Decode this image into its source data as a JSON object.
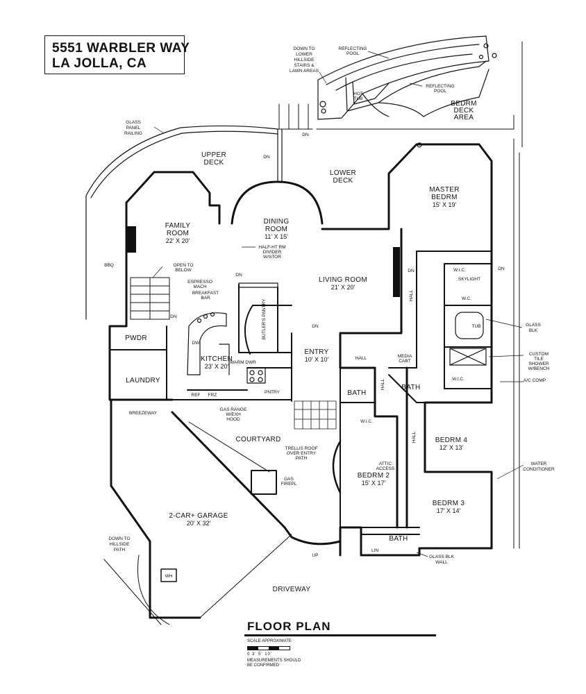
{
  "title": {
    "line1": "5551 WARBLER WAY",
    "line2": "LA JOLLA, CA"
  },
  "rooms": [
    {
      "id": "family-room",
      "name": "FAMILY ROOM",
      "dim": "22' X 20'"
    },
    {
      "id": "dining-room",
      "name": "DINING ROOM",
      "dim": "11' X 15'"
    },
    {
      "id": "living-room",
      "name": "LIVING ROOM",
      "dim": "21' X 20'"
    },
    {
      "id": "master-bedrm",
      "name": "MASTER BEDRM",
      "dim": "15' X 19'"
    },
    {
      "id": "kitchen",
      "name": "KITCHEN",
      "dim": "23' X 20'"
    },
    {
      "id": "entry",
      "name": "ENTRY",
      "dim": "10' X 10'"
    },
    {
      "id": "bedrm-2",
      "name": "BEDRM 2",
      "dim": "15' X 17'"
    },
    {
      "id": "bedrm-3",
      "name": "BEDRM 3",
      "dim": "17' X 14'"
    },
    {
      "id": "bedrm-4",
      "name": "BEDRM 4",
      "dim": "12' X 13'"
    },
    {
      "id": "garage",
      "name": "2-CAR+ GARAGE",
      "dim": "20' X 32'"
    }
  ],
  "labels": {
    "upper_deck": "UPPER DECK",
    "lower_deck": "LOWER DECK",
    "bedrm_deck": "BEDRM DECK AREA",
    "courtyard": "COURTYARD",
    "driveway": "DRIVEWAY",
    "breezeway": "BREEZEWAY",
    "pwdr": "PWDR",
    "laundry": "LAUNDRY",
    "pntry": "PNTRY",
    "butlers_pantry": "BUTLER'S PANTRY",
    "bath": "BATH",
    "wic": "W.I.C.",
    "wc": "W.C.",
    "hall": "HALL",
    "media_cabt": "MEDIA CABT",
    "hot_tub": "HOT TUB",
    "reflecting_pool": "REFLECTING POOL",
    "tub": "TUB",
    "bbq": "BBQ",
    "dw": "DW",
    "ref": "REF",
    "frz": "FRZ",
    "lin": "LIN",
    "wh": "WH",
    "dn": "DN",
    "up": "UP"
  },
  "notes": {
    "down_lower": "DOWN TO LOWER HILLSIDE STAIRS & LAWN AREAS",
    "glass_panel": "GLASS PANEL RAILING",
    "half_ht": "HALF-HT RM DIVIDER W/STOR",
    "open_below": "OPEN TO BELOW",
    "espresso": "ESPRESSO MACH",
    "breakfast": "BREAKFAST BAR",
    "warm_dwr": "WARM DWR",
    "gas_range": "GAS RANGE W/EXH HOOD",
    "trellis": "TRELLIS ROOF OVER ENTRY PATH",
    "gas_firepl": "GAS FIREPL",
    "attic": "ATTIC ACCESS",
    "skylight": "SKYLIGHT",
    "glass_blk": "GLASS BLK",
    "custom_tile": "CUSTOM TILE SHOWER W/BENCH",
    "ac_comp": "A/C COMP",
    "water_cond": "WATER CONDITIONER",
    "glass_blk_wall": "GLASS BLK WALL",
    "down_hillside": "DOWN TO HILLSIDE PATH"
  },
  "footer": {
    "title": "FLOOR PLAN",
    "scale": "SCALE APPROXIMATE",
    "scale_nums": "0  3'  5'    10'",
    "measure_note": "MEASUREMENTS SHOULD BE CONFIRMED"
  }
}
